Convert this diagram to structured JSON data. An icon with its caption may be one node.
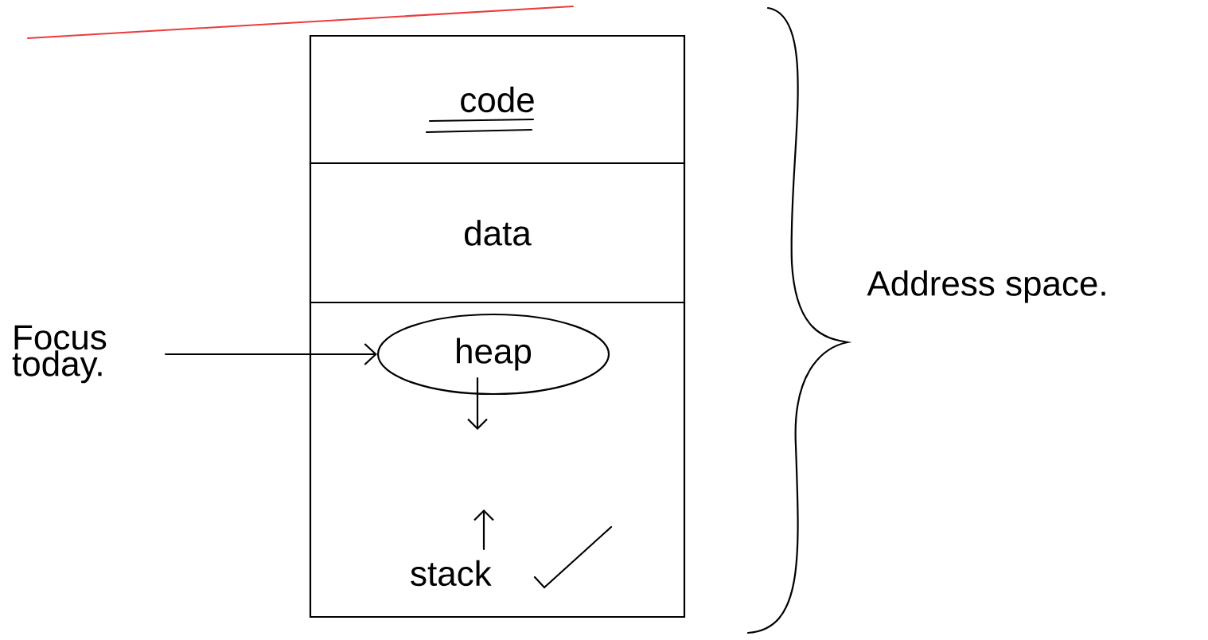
{
  "diagram": {
    "nodes": [
      {
        "text": [
          "code"
        ]
      },
      {
        "text": [
          "data"
        ]
      },
      {
        "text": [],
        "shape": "box"
      },
      {
        "text": [
          "heap"
        ],
        "in": 2
      },
      {
        "text": [
          "stack"
        ],
        "in": 2
      },
      {
        "text": [
          "Focus today."
        ]
      }
    ],
    "edges": [
      {
        "from": 5,
        "to": 3,
        "arrow": "to"
      }
    ],
    "labels": [
      "Address space."
    ]
  }
}
